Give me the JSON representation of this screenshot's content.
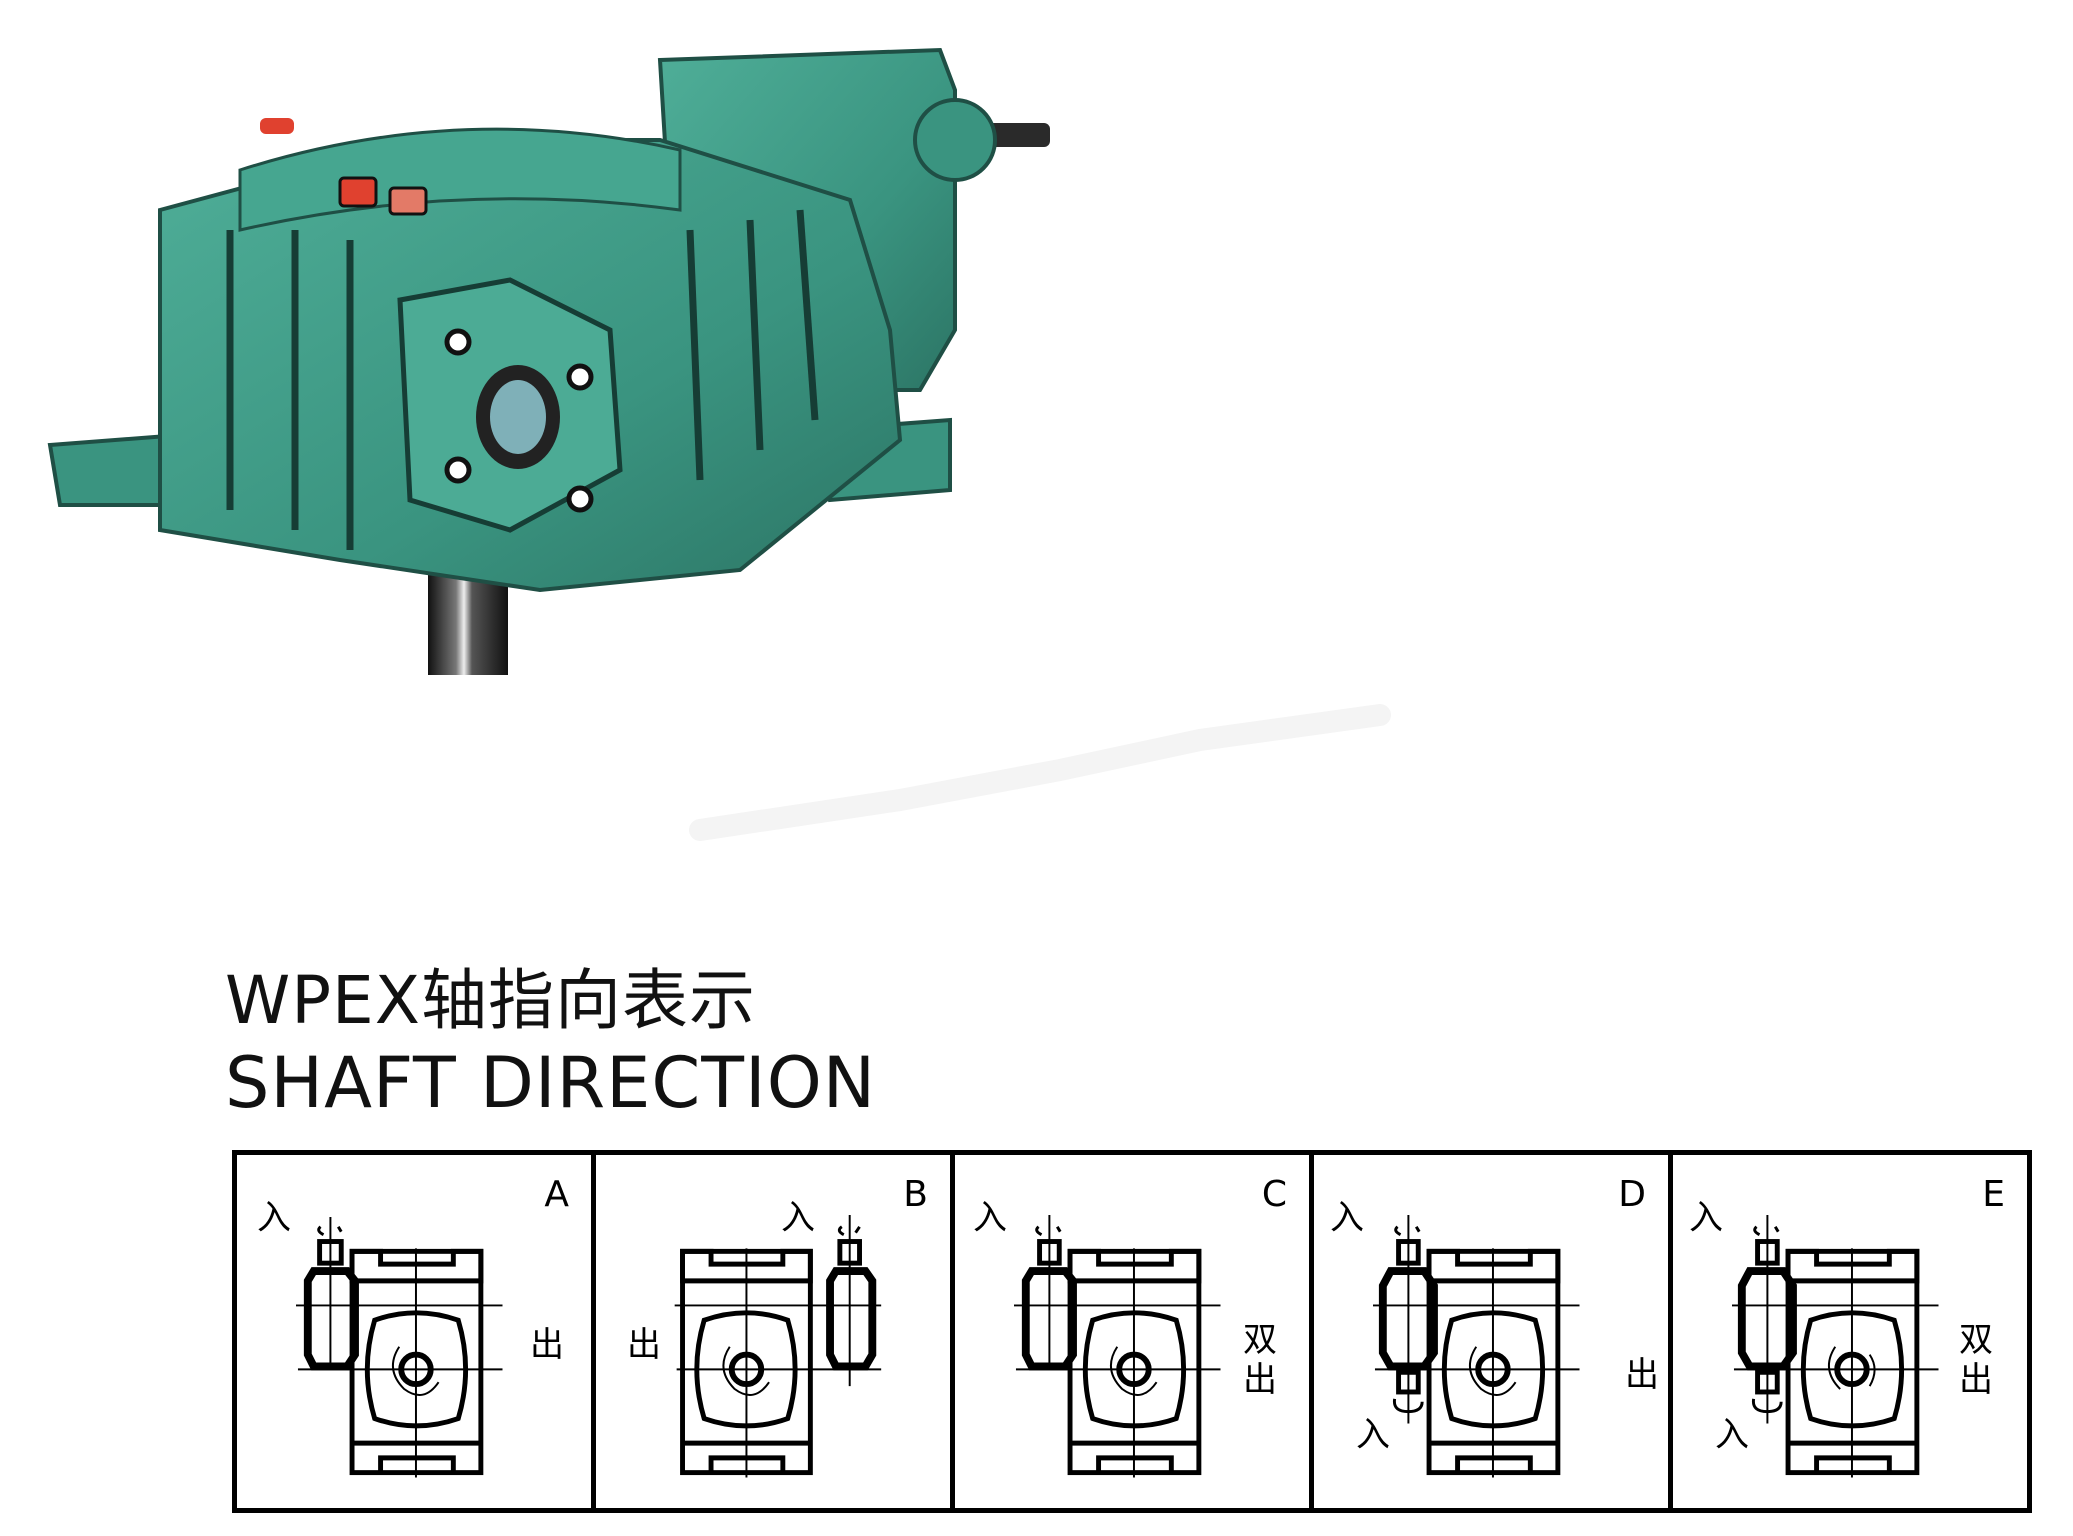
{
  "product_photo": {
    "alt": "WPEX double-stage worm gear reducer (green cast housing, vertical output shaft)",
    "housing_color": "#3f9a86",
    "housing_shadow": "#1f5a4e",
    "accent_plug_color": "#e0412f",
    "shaft_color": "#2a2a2a"
  },
  "heading": {
    "line1": "WPEX轴指向表示",
    "line2": "SHAFT DIRECTION"
  },
  "shaft_direction_table": {
    "cells": [
      {
        "letter": "A",
        "input_label": "入",
        "output_label": "出",
        "output_side": "right",
        "input_position": "left",
        "double_input": false
      },
      {
        "letter": "B",
        "input_label": "入",
        "output_label": "出",
        "output_side": "left",
        "input_position": "right",
        "double_input": false
      },
      {
        "letter": "C",
        "input_label": "入",
        "output_label": "双出",
        "output_side": "right",
        "input_position": "left",
        "double_input": false
      },
      {
        "letter": "D",
        "input_label": "入",
        "input_label_bottom": "入",
        "output_label": "出",
        "output_side": "right",
        "input_position": "left",
        "double_input": true
      },
      {
        "letter": "E",
        "input_label": "入",
        "input_label_bottom": "入",
        "output_label": "双出",
        "output_side": "right",
        "input_position": "left",
        "double_input": true
      }
    ]
  }
}
